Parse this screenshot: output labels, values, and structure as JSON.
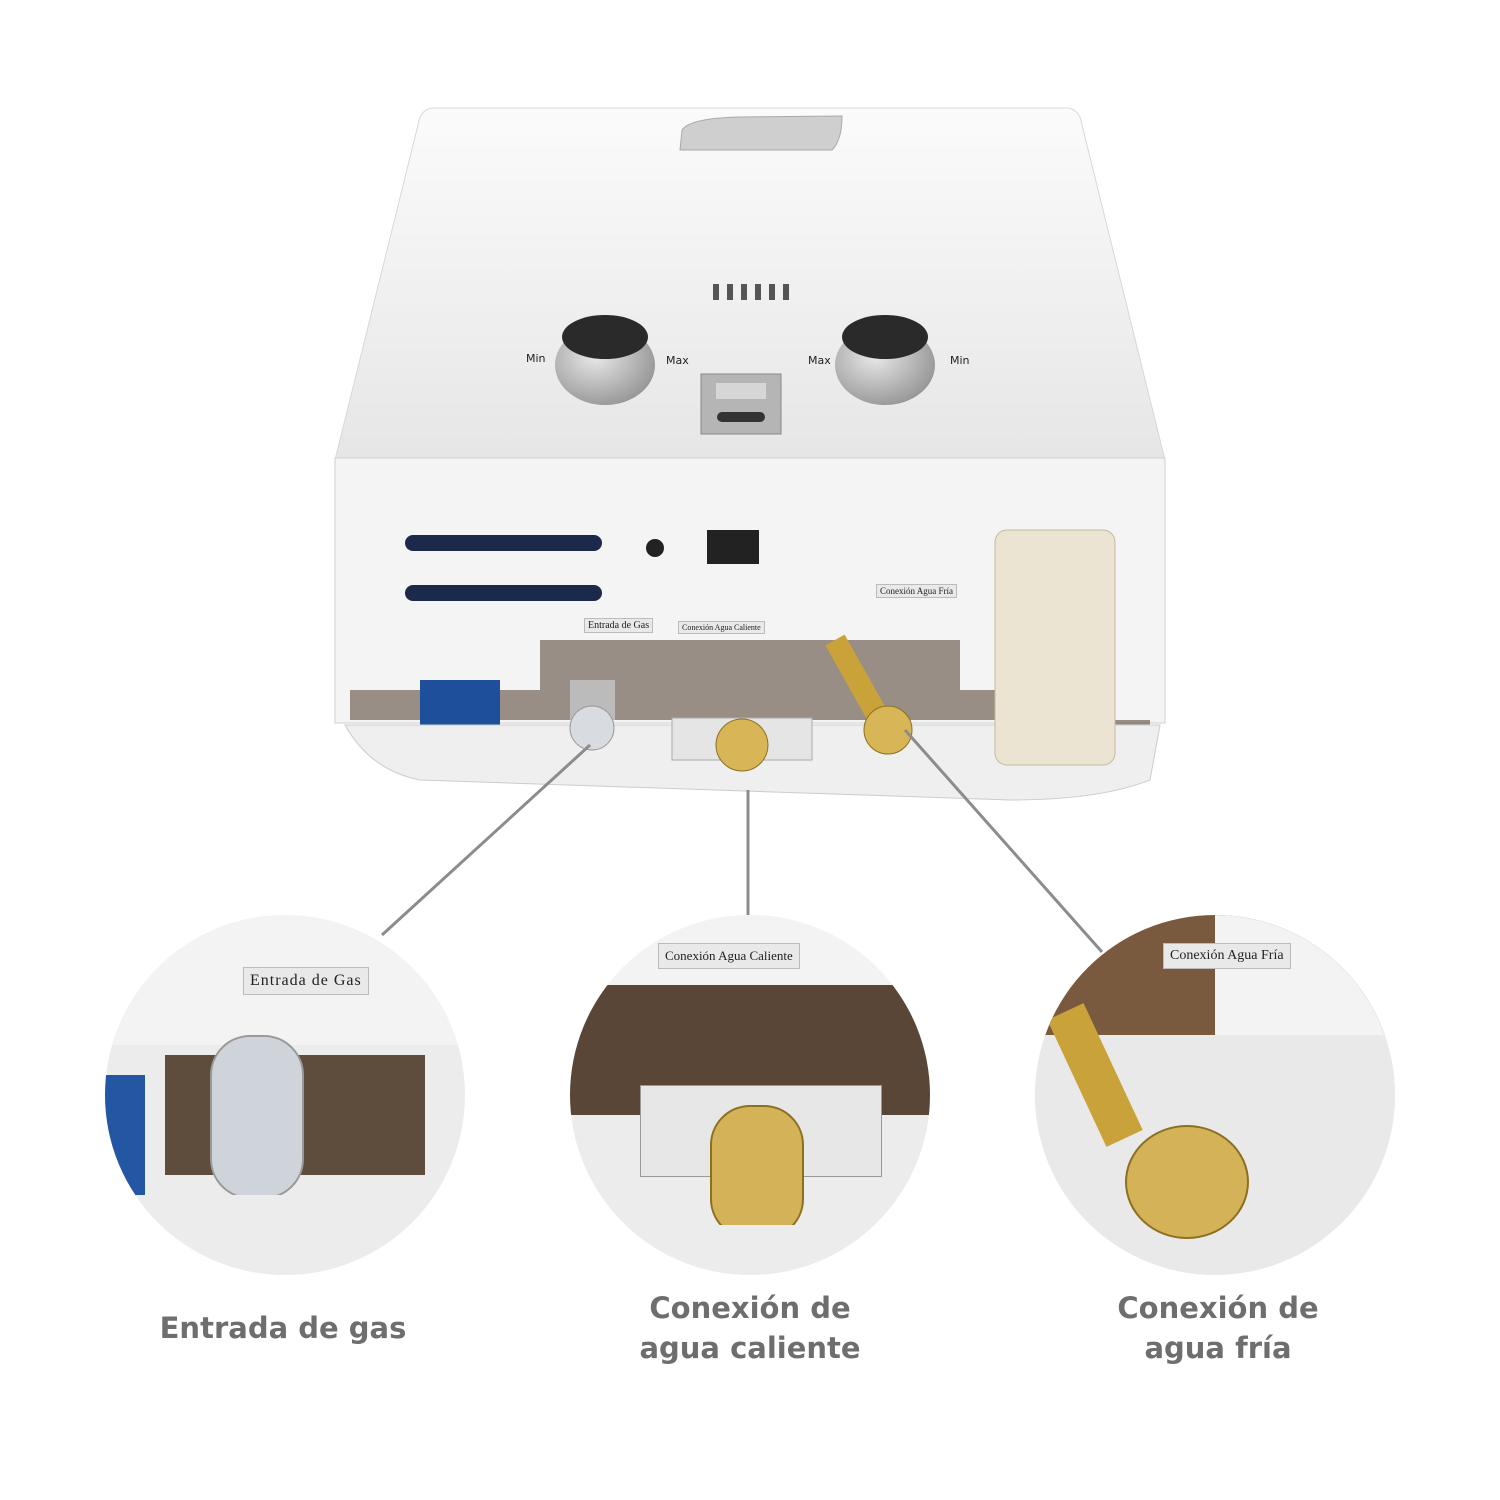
{
  "device": {
    "knob_left": {
      "min_label": "Min",
      "max_label": "Max"
    },
    "knob_right": {
      "min_label": "Min",
      "max_label": "Max"
    },
    "labels": {
      "gas": "Entrada de Gas",
      "hot": "Conexión Agua Caliente",
      "cold": "Conexión Agua Fría"
    },
    "colors": {
      "body": "#f2f2f2",
      "brass": "#c9a23a",
      "caption": "#6e6e6e",
      "leader_line": "#8c8c8c"
    }
  },
  "callouts": [
    {
      "tag": "Entrada de Gas",
      "caption_line1": "Entrada de gas",
      "caption_line2": ""
    },
    {
      "tag": "Conexión Agua Caliente",
      "caption_line1": "Conexión de",
      "caption_line2": "agua caliente"
    },
    {
      "tag": "Conexión Agua Fría",
      "caption_line1": "Conexión de",
      "caption_line2": "agua fría"
    }
  ]
}
